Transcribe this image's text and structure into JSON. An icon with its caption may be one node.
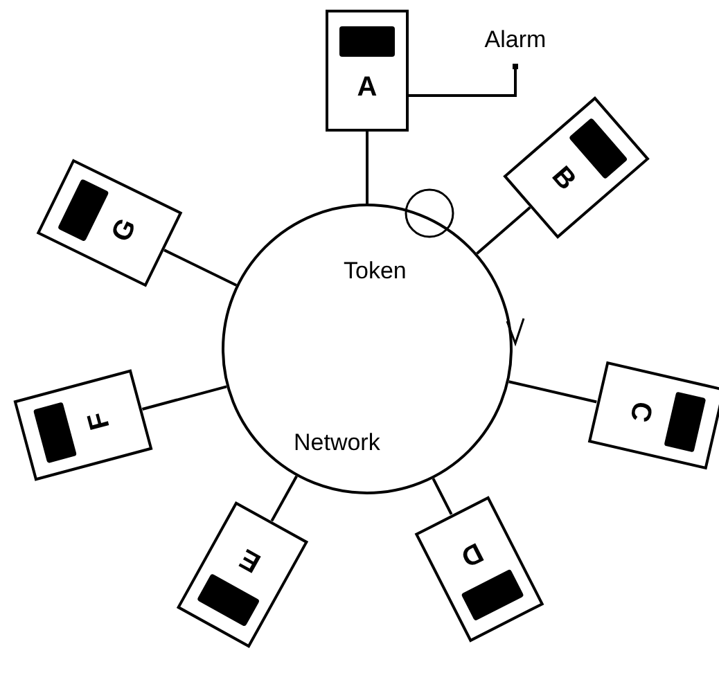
{
  "diagram": {
    "nodes": [
      {
        "text": [
          "Network"
        ]
      },
      {
        "text": [
          "A"
        ]
      },
      {
        "text": [
          "B"
        ]
      },
      {
        "text": [
          "C"
        ]
      },
      {
        "text": [
          "D"
        ]
      },
      {
        "text": [
          "E"
        ]
      },
      {
        "text": [
          "F"
        ]
      },
      {
        "text": [
          "G"
        ]
      },
      {
        "text": [
          "Alarm"
        ]
      }
    ],
    "edges": [
      {
        "from": 1,
        "to": 0,
        "arrow": "none"
      },
      {
        "from": 2,
        "to": 0,
        "arrow": "none"
      },
      {
        "from": 3,
        "to": 0,
        "arrow": "none"
      },
      {
        "from": 4,
        "to": 0,
        "arrow": "none"
      },
      {
        "from": 5,
        "to": 0,
        "arrow": "none"
      },
      {
        "from": 6,
        "to": 0,
        "arrow": "none"
      },
      {
        "from": 7,
        "to": 0,
        "arrow": "none"
      },
      {
        "from": 1,
        "to": 8,
        "arrow": "other"
      }
    ],
    "labels": [
      "Token"
    ]
  }
}
